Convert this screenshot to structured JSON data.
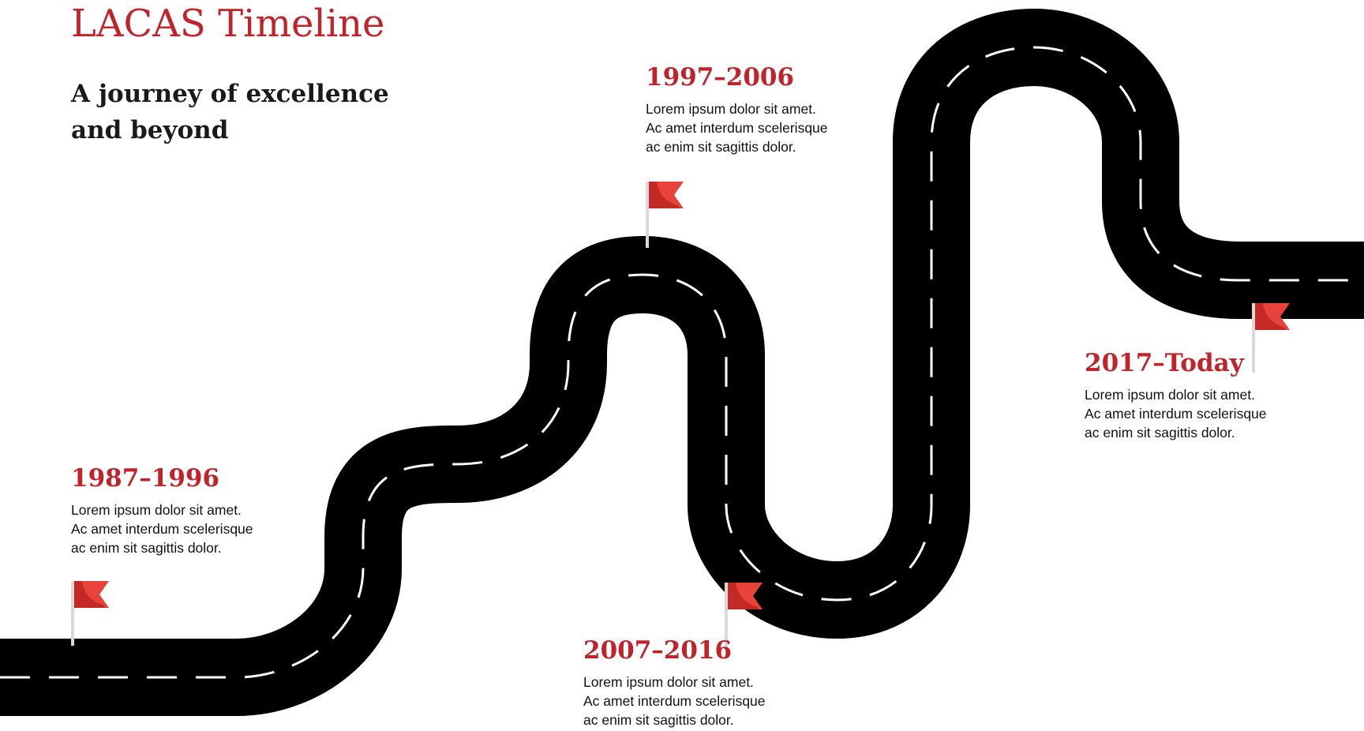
{
  "header": {
    "title": "LACAS Timeline",
    "subtitle_line1": "A journey of excellence",
    "subtitle_line2": "and beyond"
  },
  "colors": {
    "accent": "#c0242a",
    "road": "#000000",
    "lane_marking": "#ffffff",
    "flag": "#e8433a",
    "flag_shade": "#c42a25",
    "pole": "#d9d9d9"
  },
  "milestones": [
    {
      "period": "1987–1996",
      "lines": [
        "Lorem ipsum dolor sit amet.",
        "Ac amet interdum scelerisque",
        "ac enim sit sagittis dolor."
      ]
    },
    {
      "period": "1997–2006",
      "lines": [
        "Lorem ipsum dolor sit amet.",
        "Ac amet interdum scelerisque",
        "ac enim sit sagittis dolor."
      ]
    },
    {
      "period": "2007–2016",
      "lines": [
        "Lorem ipsum dolor sit amet.",
        "Ac amet interdum scelerisque",
        "ac enim sit sagittis dolor."
      ]
    },
    {
      "period": "2017–Today",
      "lines": [
        "Lorem ipsum dolor sit amet.",
        "Ac amet interdum scelerisque",
        "ac enim sit sagittis dolor."
      ]
    }
  ]
}
